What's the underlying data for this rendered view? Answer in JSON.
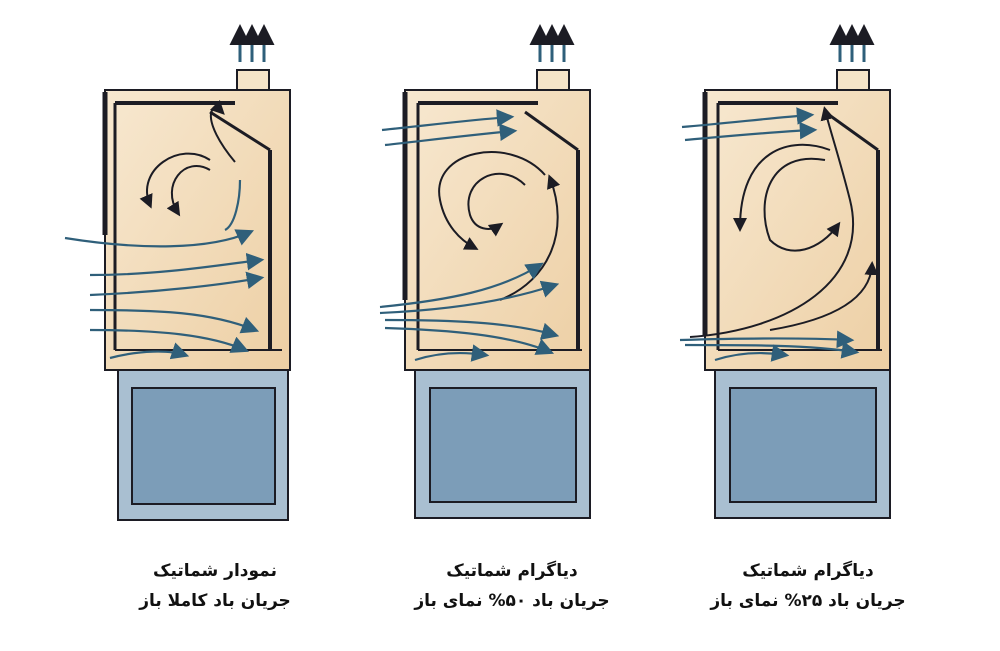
{
  "colors": {
    "cabinet_fill_top": "#f5e4c8",
    "cabinet_fill_bottom": "#efd2a8",
    "outline": "#1c1c24",
    "arrow": "#2f5f7a",
    "base_fill": "#7c9db8",
    "base_frame": "#a9bfd1",
    "background": "#ffffff"
  },
  "diagrams": [
    {
      "id": "fully-open",
      "caption_line1": "نمودار شماتیک",
      "caption_line2": "جریان باد کاملا باز",
      "sash_opening": "100%"
    },
    {
      "id": "half-open",
      "caption_line1": "دیاگرام شماتیک",
      "caption_line2": "جریان باد ۵۰% نمای باز",
      "sash_opening": "50%"
    },
    {
      "id": "quarter-open",
      "caption_line1": "دیاگرام شماتیک",
      "caption_line2": "جریان باد ۲۵% نمای باز",
      "sash_opening": "25%"
    }
  ]
}
